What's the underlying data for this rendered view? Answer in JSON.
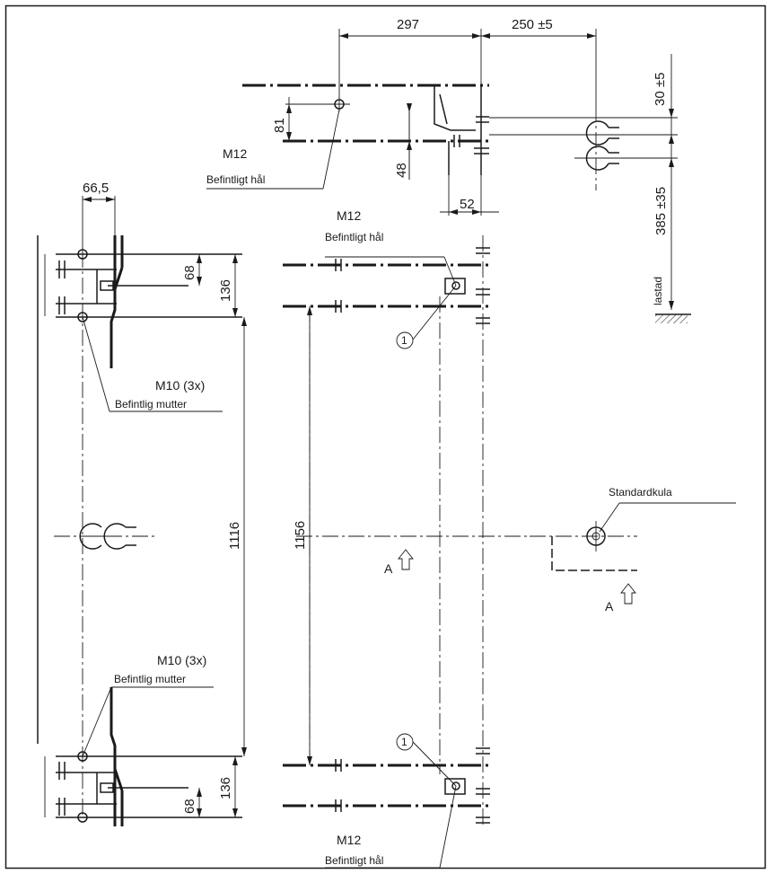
{
  "dimensions": {
    "d297": "297",
    "d250": "250 ±5",
    "d30": "30 ±5",
    "d81": "81",
    "d48": "48",
    "d52": "52",
    "d385": "385 ±35",
    "d66": "66,5",
    "d68_top": "68",
    "d136_top": "136",
    "d1116": "1116",
    "d1156": "1156",
    "d68_bot": "68",
    "d136_bot": "136"
  },
  "labels": {
    "m12_top": "M12",
    "hole_top": "Befintligt hål",
    "m12_mid": "M12",
    "hole_mid": "Befintligt hål",
    "m10_top": "M10 (3x)",
    "nut_top": "Befintlig mutter",
    "m10_bot": "M10 (3x)",
    "nut_bot": "Befintlig mutter",
    "m12_bot": "M12",
    "hole_bot": "Befintligt hål",
    "lastad": "lastad",
    "standardkula": "Standardkula",
    "section_a1": "A",
    "section_a2": "A",
    "callout_1": "1",
    "callout_2": "1"
  }
}
